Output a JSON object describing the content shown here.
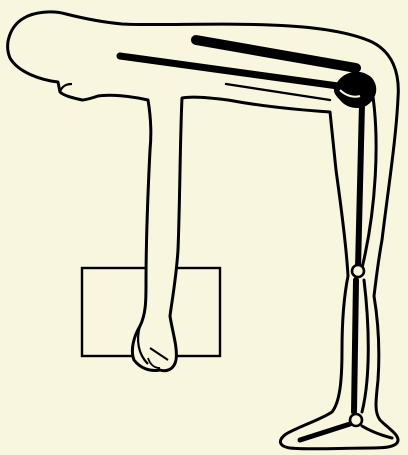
{
  "colors": {
    "background": "#f9f6e0",
    "ink": "#000000",
    "paper": "#ffffff"
  },
  "figure": {
    "subject": "bending-person-lifting-box",
    "icons": [
      "person-outline",
      "spine-bar",
      "leg-bone",
      "hip-joint",
      "knee-joint",
      "ankle-joint",
      "box"
    ]
  }
}
